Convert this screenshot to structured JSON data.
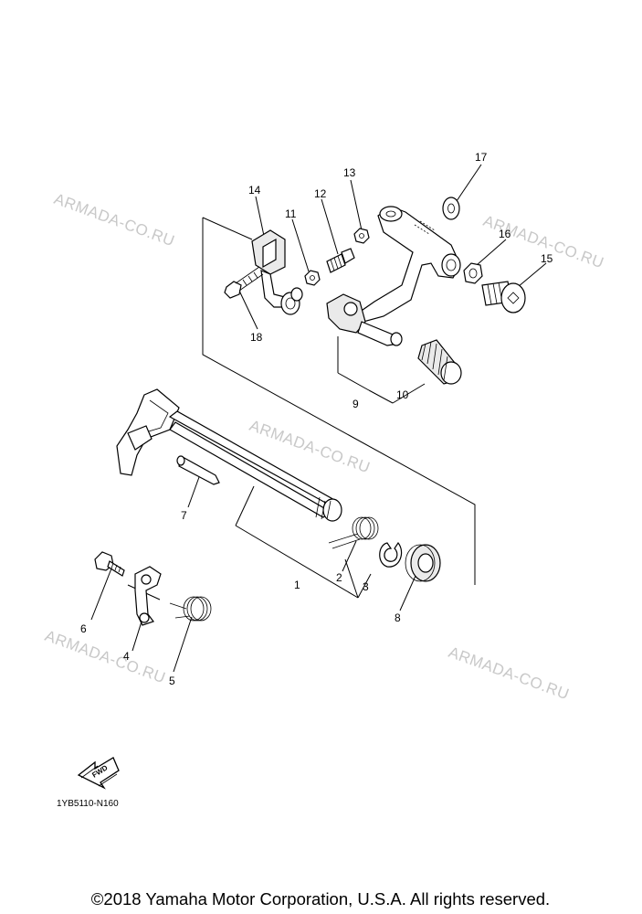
{
  "watermark": {
    "text": "ARMADA-CO.RU",
    "color": "#c8c8c8"
  },
  "callouts": [
    "1",
    "2",
    "3",
    "4",
    "5",
    "6",
    "7",
    "8",
    "9",
    "10",
    "11",
    "12",
    "13",
    "14",
    "15",
    "16",
    "17",
    "18"
  ],
  "fwd_label": "FWD",
  "diagram_code": "1YB5110-N160",
  "copyright": "©2018 Yamaha Motor Corporation, U.S.A. All rights reserved."
}
